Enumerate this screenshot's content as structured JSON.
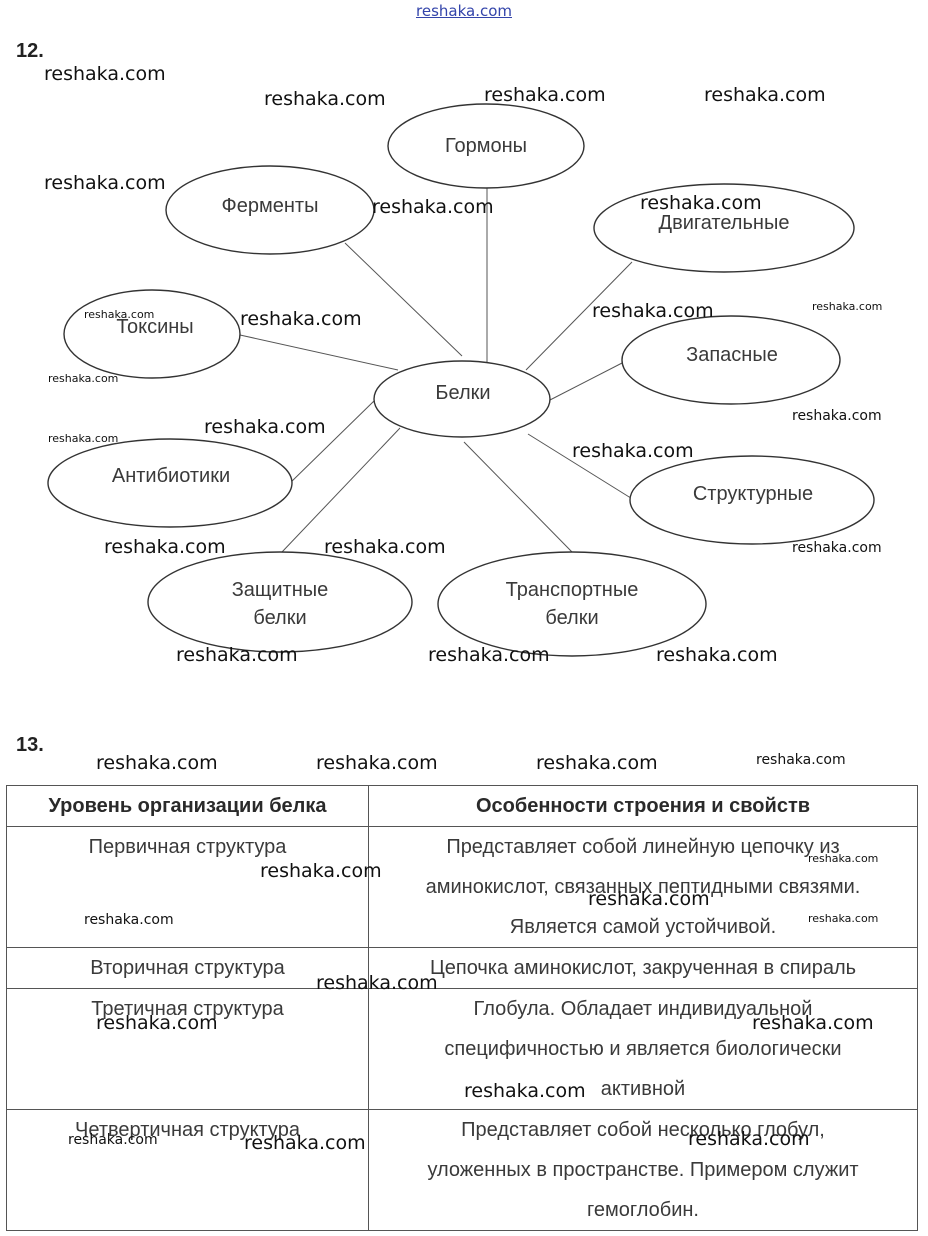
{
  "site_link": "reshaka.com",
  "task12": {
    "number": "12.",
    "center": "Белки",
    "nodes": [
      {
        "id": "hormones",
        "label": [
          "Гормоны"
        ]
      },
      {
        "id": "enzymes",
        "label": [
          "Ферменты"
        ]
      },
      {
        "id": "motor",
        "label": [
          "Двигательные"
        ]
      },
      {
        "id": "toxins",
        "label": [
          "Токсины"
        ]
      },
      {
        "id": "storage",
        "label": [
          "Запасные"
        ]
      },
      {
        "id": "antibiotics",
        "label": [
          "Антибиотики"
        ]
      },
      {
        "id": "structural",
        "label": [
          "Структурные"
        ]
      },
      {
        "id": "protective",
        "label": [
          "Защитные",
          "белки"
        ]
      },
      {
        "id": "transport",
        "label": [
          "Транспортные",
          "белки"
        ]
      }
    ]
  },
  "task13": {
    "number": "13.",
    "headers": [
      "Уровень организации белка",
      "Особенности строения и свойств"
    ],
    "rows": [
      {
        "level": "Первичная структура",
        "lines": [
          "Представляет собой линейную цепочку из",
          "аминокислот, связанных пептидными связями.",
          "Является самой устойчивой."
        ]
      },
      {
        "level": "Вторичная структура",
        "lines": [
          "Цепочка аминокислот, закрученная в спираль"
        ]
      },
      {
        "level": "Третичная структура",
        "lines": [
          "Глобула. Обладает индивидуальной",
          "специфичностью и является биологически",
          "активной"
        ]
      },
      {
        "level": "Четвертичная структура",
        "lines": [
          "Представляет собой несколько глобул,",
          "уложенных в пространстве. Примером служит",
          "гемоглобин."
        ]
      }
    ]
  },
  "watermark": "reshaka.com"
}
